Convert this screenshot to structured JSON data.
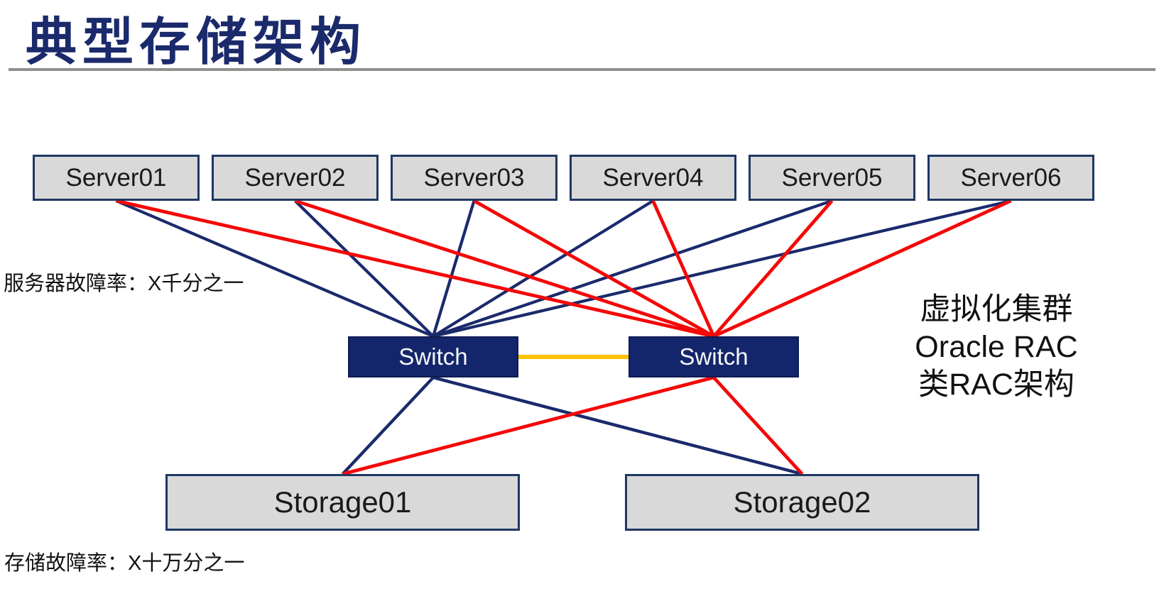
{
  "title": "典型存储架构",
  "notes": {
    "server_failure": "服务器故障率：X千分之一",
    "storage_failure": "存储故障率：X十万分之一"
  },
  "annotation": {
    "lines": [
      "虚拟化集群",
      "Oracle RAC",
      "类RAC架构"
    ]
  },
  "nodes": {
    "servers": [
      {
        "id": "server01",
        "label": "Server01"
      },
      {
        "id": "server02",
        "label": "Server02"
      },
      {
        "id": "server03",
        "label": "Server03"
      },
      {
        "id": "server04",
        "label": "Server04"
      },
      {
        "id": "server05",
        "label": "Server05"
      },
      {
        "id": "server06",
        "label": "Server06"
      }
    ],
    "switches": [
      {
        "id": "switch-a",
        "label": "Switch"
      },
      {
        "id": "switch-b",
        "label": "Switch"
      }
    ],
    "storages": [
      {
        "id": "storage01",
        "label": "Storage01"
      },
      {
        "id": "storage02",
        "label": "Storage02"
      }
    ]
  },
  "edges": [
    {
      "from": "server01",
      "to": "switch-a",
      "kind": "fabric-a"
    },
    {
      "from": "server02",
      "to": "switch-a",
      "kind": "fabric-a"
    },
    {
      "from": "server03",
      "to": "switch-a",
      "kind": "fabric-a"
    },
    {
      "from": "server04",
      "to": "switch-a",
      "kind": "fabric-a"
    },
    {
      "from": "server05",
      "to": "switch-a",
      "kind": "fabric-a"
    },
    {
      "from": "server06",
      "to": "switch-a",
      "kind": "fabric-a"
    },
    {
      "from": "server01",
      "to": "switch-b",
      "kind": "fabric-b"
    },
    {
      "from": "server02",
      "to": "switch-b",
      "kind": "fabric-b"
    },
    {
      "from": "server03",
      "to": "switch-b",
      "kind": "fabric-b"
    },
    {
      "from": "server04",
      "to": "switch-b",
      "kind": "fabric-b"
    },
    {
      "from": "server05",
      "to": "switch-b",
      "kind": "fabric-b"
    },
    {
      "from": "server06",
      "to": "switch-b",
      "kind": "fabric-b"
    },
    {
      "from": "switch-a",
      "to": "switch-b",
      "kind": "isl"
    },
    {
      "from": "switch-a",
      "to": "storage01",
      "kind": "uplink-a"
    },
    {
      "from": "switch-a",
      "to": "storage02",
      "kind": "uplink-a"
    },
    {
      "from": "switch-b",
      "to": "storage01",
      "kind": "uplink-b"
    },
    {
      "from": "switch-b",
      "to": "storage02",
      "kind": "uplink-b"
    }
  ],
  "colors": {
    "fabric-a": "#1a2a6c",
    "fabric-b": "#f40808",
    "uplink-a": "#1a2a6c",
    "uplink-b": "#f40808",
    "isl": "#ffc000",
    "box_fill": "#d9d9d9",
    "box_border": "#1f3864",
    "switch_fill": "#14266b",
    "title": "#1b2a6b",
    "divider": "#8f8f8f"
  }
}
